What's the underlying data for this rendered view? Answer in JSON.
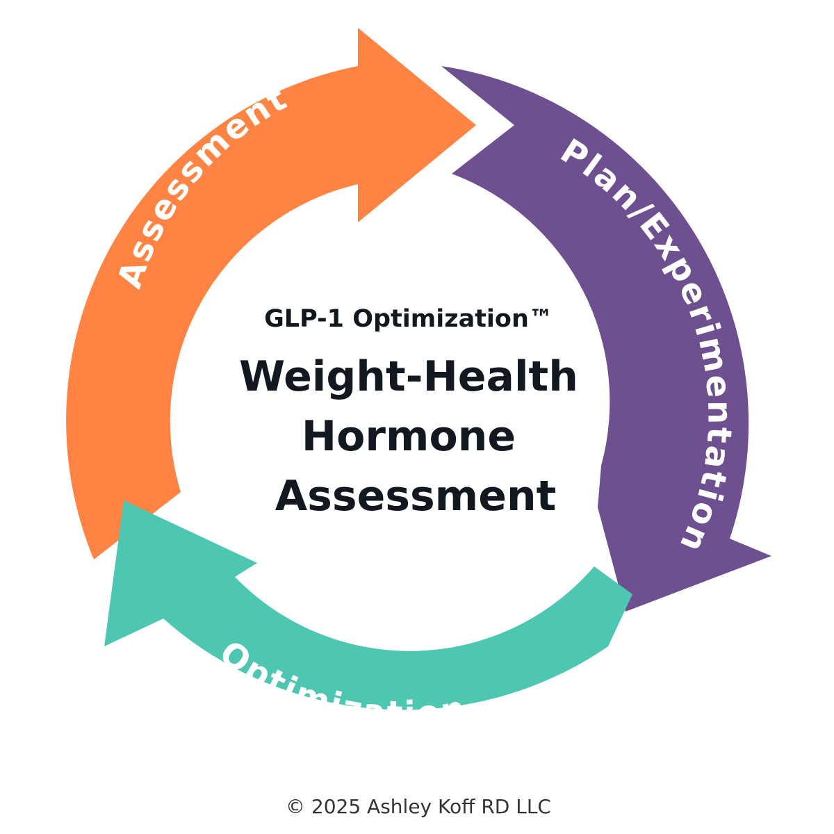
{
  "diagram": {
    "subtitle": "GLP-1 Optimization™",
    "title_lines": [
      "Weight-Health",
      "Hormone",
      "Assessment"
    ],
    "footer": "© 2025 Ashley Koff RD LLC",
    "stages": [
      {
        "label": "Assessment",
        "color": "#FF8443"
      },
      {
        "label": "Plan/Experimentation",
        "color": "#6E5091"
      },
      {
        "label": "Optimization",
        "color": "#4DC6B2"
      }
    ],
    "text_color": "#111820",
    "label_color": "#ffffff",
    "footer_color": "#333333"
  }
}
